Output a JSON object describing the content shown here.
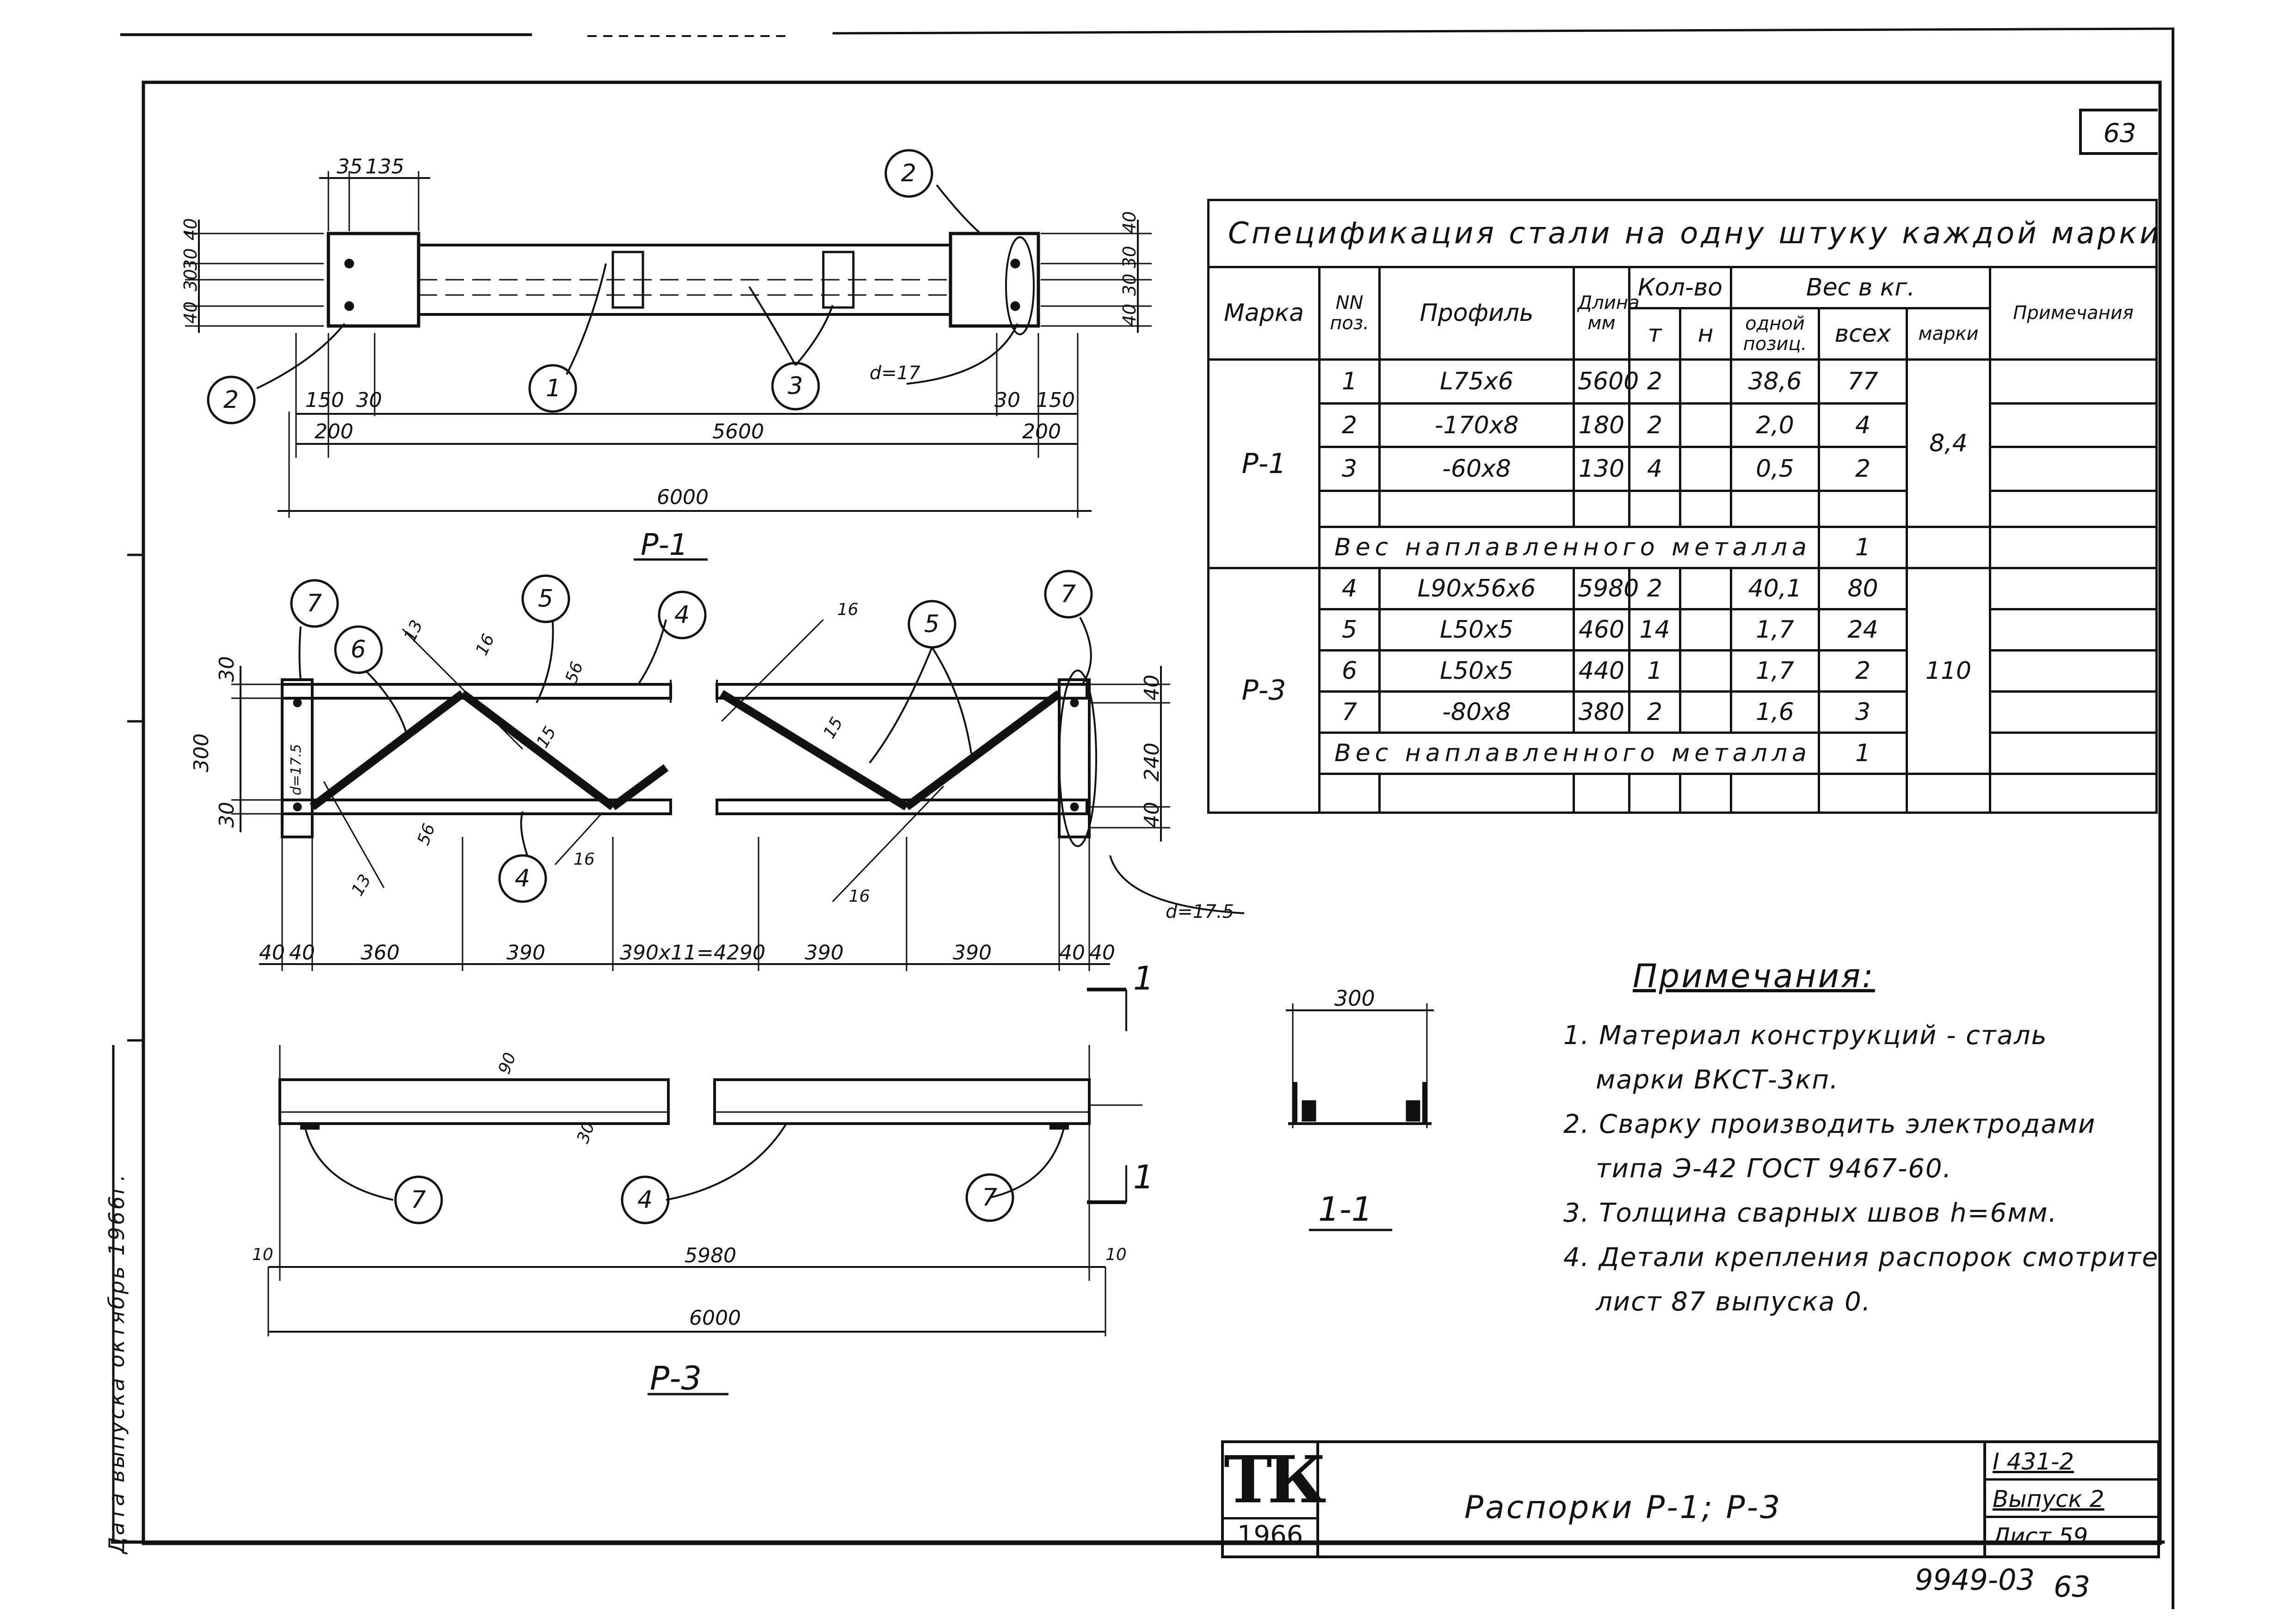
{
  "sheet": {
    "sheet_no": "63",
    "page_number": "63",
    "doc_number": "9949-03"
  },
  "drawings": {
    "p1": {
      "label": "Р-1",
      "dims": [
        "35",
        "135",
        "40",
        "30",
        "30",
        "40",
        "40",
        "30",
        "30",
        "40",
        "40",
        "30",
        "30",
        "40",
        "40",
        "30",
        "30",
        "40",
        "150",
        "30",
        "30",
        "150",
        "200",
        "5600",
        "200",
        "6000",
        "d=17"
      ],
      "callouts": [
        "2",
        "2",
        "1",
        "3"
      ]
    },
    "p3_plan": {
      "dims": [
        "30",
        "300",
        "30",
        "13",
        "16",
        "56",
        "15",
        "56",
        "16",
        "13",
        "d=17.5",
        "16",
        "15",
        "16",
        "40",
        "240",
        "40",
        "40",
        "40",
        "360",
        "390",
        "390x11=4290",
        "390",
        "390",
        "40",
        "40",
        "d=17.5"
      ],
      "callouts": [
        "7",
        "6",
        "5",
        "4",
        "4",
        "5",
        "7"
      ]
    },
    "p3_elev": {
      "label": "Р-3",
      "dims": [
        "90",
        "30",
        "10",
        "5980",
        "10",
        "6000"
      ],
      "callouts": [
        "7",
        "4",
        "7"
      ],
      "section_marks": [
        "1",
        "1"
      ]
    },
    "section_1_1": {
      "label": "1-1",
      "dims": [
        "300"
      ]
    }
  },
  "spec_table": {
    "title": "Спецификация стали на одну штуку каждой марки",
    "headers": {
      "mark": "Марка",
      "pos": "NN поз.",
      "profile": "Профиль",
      "length": "Длина мм",
      "qty": "Кол-во",
      "qty_t": "т",
      "qty_n": "н",
      "weight": "Вес в кг.",
      "w_one": "одной позиц.",
      "w_all": "всех",
      "w_mark": "марки",
      "notes": "Примечания"
    },
    "groups": [
      {
        "mark": "Р-1",
        "mark_weight": "8,4",
        "rows": [
          {
            "pos": "1",
            "profile": "L75x6",
            "length": "5600",
            "t": "2",
            "n": "",
            "one": "38,6",
            "all": "77"
          },
          {
            "pos": "2",
            "profile": "-170x8",
            "length": "180",
            "t": "2",
            "n": "",
            "one": "2,0",
            "all": "4"
          },
          {
            "pos": "3",
            "profile": "-60x8",
            "length": "130",
            "t": "4",
            "n": "",
            "one": "0,5",
            "all": "2"
          }
        ],
        "weld_label": "Вес наплавленного металла",
        "weld_value": "1"
      },
      {
        "mark": "Р-3",
        "mark_weight": "110",
        "rows": [
          {
            "pos": "4",
            "profile": "L90x56x6",
            "length": "5980",
            "t": "2",
            "n": "",
            "one": "40,1",
            "all": "80"
          },
          {
            "pos": "5",
            "profile": "L50x5",
            "length": "460",
            "t": "14",
            "n": "",
            "one": "1,7",
            "all": "24"
          },
          {
            "pos": "6",
            "profile": "L50x5",
            "length": "440",
            "t": "1",
            "n": "",
            "one": "1,7",
            "all": "2"
          },
          {
            "pos": "7",
            "profile": "-80x8",
            "length": "380",
            "t": "2",
            "n": "",
            "one": "1,6",
            "all": "3"
          }
        ],
        "weld_label": "Вес наплавленного металла",
        "weld_value": "1"
      }
    ]
  },
  "notes": {
    "title": "Примечания:",
    "items": [
      "1. Материал конструкций - сталь",
      "марки ВКСТ-3кп.",
      "2. Сварку производить электродами",
      "типа Э-42 ГОСТ 9467-60.",
      "3. Толщина сварных швов h=6мм.",
      "4. Детали крепления распорок смотрите",
      "лист 87 выпуска 0."
    ]
  },
  "title_block": {
    "logo": "ТК",
    "year": "1966",
    "drawing_title": "Распорки Р-1; Р-3",
    "series": "I 431-2",
    "issue": "Выпуск 2",
    "sheet": "Лист 59"
  },
  "side_text": "Дата выпуска   октябрь   1966г."
}
